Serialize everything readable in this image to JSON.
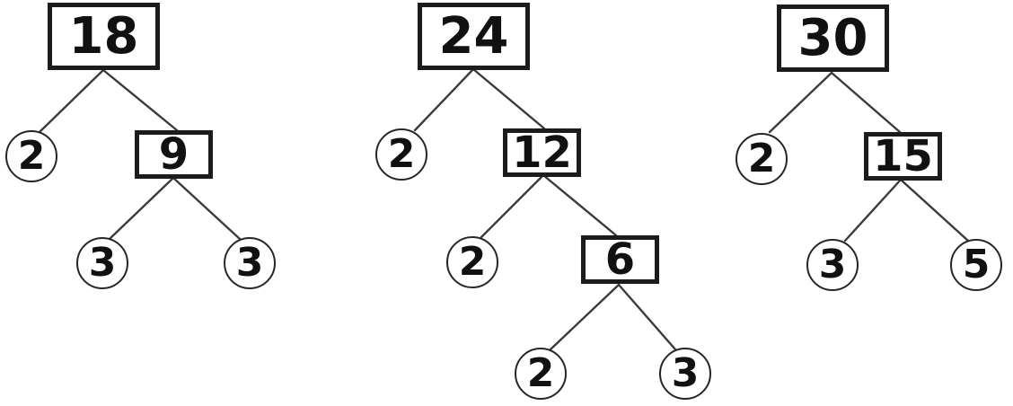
{
  "figure": {
    "type": "factor-trees",
    "description": "Three prime factor tree diagrams",
    "colors": {
      "background": "#ffffff",
      "box_stroke": "#1c1c1c",
      "circle_stroke": "#262626",
      "branch_line": "#3b3b3b",
      "text": "#111111"
    },
    "trees": [
      {
        "id": "tree-18",
        "root": "18",
        "prime_factorization": "2 x 3 x 3",
        "nodes": [
          {
            "value": "18",
            "shape": "rect",
            "role": "composite",
            "level": 0
          },
          {
            "value": "2",
            "shape": "circle",
            "role": "prime",
            "level": 1
          },
          {
            "value": "9",
            "shape": "rect",
            "role": "composite",
            "level": 1
          },
          {
            "value": "3",
            "shape": "circle",
            "role": "prime",
            "level": 2
          },
          {
            "value": "3",
            "shape": "circle",
            "role": "prime",
            "level": 2
          }
        ]
      },
      {
        "id": "tree-24",
        "root": "24",
        "prime_factorization": "2 x 2 x 2 x 3",
        "nodes": [
          {
            "value": "24",
            "shape": "rect",
            "role": "composite",
            "level": 0
          },
          {
            "value": "2",
            "shape": "circle",
            "role": "prime",
            "level": 1
          },
          {
            "value": "12",
            "shape": "rect",
            "role": "composite",
            "level": 1
          },
          {
            "value": "2",
            "shape": "circle",
            "role": "prime",
            "level": 2
          },
          {
            "value": "6",
            "shape": "rect",
            "role": "composite",
            "level": 2
          },
          {
            "value": "2",
            "shape": "circle",
            "role": "prime",
            "level": 3
          },
          {
            "value": "3",
            "shape": "circle",
            "role": "prime",
            "level": 3
          }
        ]
      },
      {
        "id": "tree-30",
        "root": "30",
        "prime_factorization": "2 x 3 x 5",
        "nodes": [
          {
            "value": "30",
            "shape": "rect",
            "role": "composite",
            "level": 0
          },
          {
            "value": "2",
            "shape": "circle",
            "role": "prime",
            "level": 1
          },
          {
            "value": "15",
            "shape": "rect",
            "role": "composite",
            "level": 1
          },
          {
            "value": "3",
            "shape": "circle",
            "role": "prime",
            "level": 2
          },
          {
            "value": "5",
            "shape": "circle",
            "role": "prime",
            "level": 2
          }
        ]
      }
    ]
  }
}
